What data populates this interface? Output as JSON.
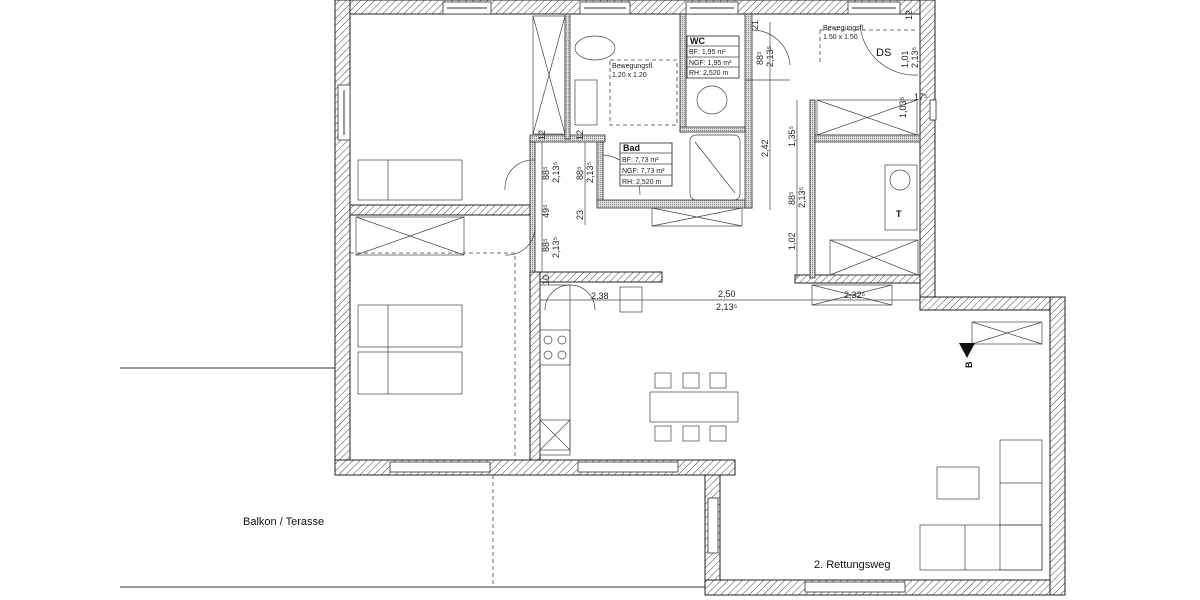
{
  "rooms": {
    "wc": {
      "name": "WC",
      "bf": "BF:   1,95 m²",
      "ngf": "NGF: 1,95 m²",
      "rh": "RH: 2,520 m"
    },
    "bad": {
      "name": "Bad",
      "bf": "BF:   7,73 m²",
      "ngf": "NGF: 7,73 m²",
      "rh": "RH: 2,520 m"
    }
  },
  "movement_areas": [
    {
      "label": "Bewegungsfl.",
      "size": "1.20 x 1.20"
    },
    {
      "label": "Bewegungsfl.",
      "size": "1.50 x 1.50"
    }
  ],
  "symbols": {
    "ds": "DS",
    "t": "T",
    "b": "B"
  },
  "labels": {
    "balcony": "Balkon / Terasse",
    "escape": "2. Rettungsweg"
  },
  "dimensions": {
    "d21": "21",
    "d12a": "12",
    "d12b": "12",
    "d12c": "12",
    "wc_door_w": "88⁵",
    "wc_door_h": "2,13⁵",
    "ds_w": "1,01",
    "ds_h": "2,13⁵",
    "d175": "17⁵",
    "d1035": "1,03⁵",
    "d242": "2,42",
    "d1355": "1,35⁵",
    "t_door_w": "88⁵",
    "t_door_h": "2,13⁵",
    "d102": "1,02",
    "c1_w": "88⁵",
    "c1_h": "2,13⁵",
    "c2_w": "88⁵",
    "c2_h": "2,13⁵",
    "d495": "49⁵",
    "d23": "23",
    "c3_w": "88⁵",
    "c3_h": "2,13⁵",
    "d10": "10",
    "d238": "2,38",
    "d250": "2,50",
    "d2135": "2,13⁵",
    "d2325": "2,32⁵"
  }
}
